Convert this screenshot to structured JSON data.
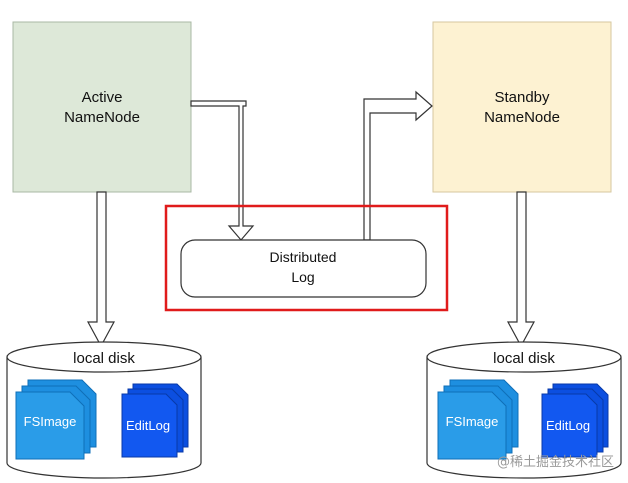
{
  "diagram": {
    "active_node": {
      "line1": "Active",
      "line2": "NameNode",
      "fill": "#dde8d8"
    },
    "standby_node": {
      "line1": "Standby",
      "line2": "NameNode",
      "fill": "#fdf2d2"
    },
    "distributed_log": {
      "line1": "Distributed",
      "line2": "Log",
      "highlight_color": "#e01b1b"
    },
    "left_disk": {
      "label": "local disk",
      "fsimage": {
        "label": "FSImage",
        "color": "#1e8fe0"
      },
      "editlog": {
        "label": "EditLog",
        "color": "#0c4fe0"
      }
    },
    "right_disk": {
      "label": "local disk",
      "fsimage": {
        "label": "FSImage",
        "color": "#1e8fe0"
      },
      "editlog": {
        "label": "EditLog",
        "color": "#0c4fe0"
      }
    }
  },
  "watermark": {
    "text": "@稀土掘金技术社区"
  }
}
